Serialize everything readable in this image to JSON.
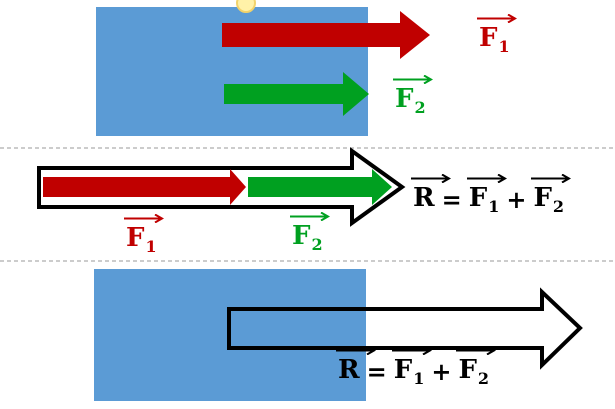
{
  "colors": {
    "block": "#5b9bd5",
    "force1": "#c00000",
    "force2": "#00a020",
    "outline": "#000000",
    "divider": "#999999",
    "pin": "#fff2a8"
  },
  "panel_top": {
    "f1_label": {
      "symbol": "F",
      "sub": "1"
    },
    "f2_label": {
      "symbol": "F",
      "sub": "2"
    }
  },
  "panel_middle": {
    "equation": {
      "lhs": "R",
      "equals": "=",
      "t1": "F",
      "t1_sub": "1",
      "plus": "+",
      "t2": "F",
      "t2_sub": "2"
    },
    "f1_label": {
      "symbol": "F",
      "sub": "1"
    },
    "f2_label": {
      "symbol": "F",
      "sub": "2"
    }
  },
  "panel_bottom": {
    "equation": {
      "lhs": "R",
      "equals": "=",
      "t1": "F",
      "t1_sub": "1",
      "plus": "+",
      "t2": "F",
      "t2_sub": "2"
    }
  }
}
